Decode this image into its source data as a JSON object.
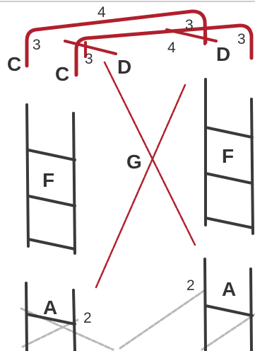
{
  "parts": {
    "top_rail": {
      "label": "C"
    },
    "top_rail_2": {
      "label": "C"
    },
    "guard_d_left": {
      "label": "D"
    },
    "guard_d_right": {
      "label": "D"
    },
    "frame_left": {
      "label": "F"
    },
    "frame_right": {
      "label": "F"
    },
    "brace_g": {
      "label": "G"
    },
    "base_left": {
      "label": "A"
    },
    "base_right": {
      "label": "A"
    }
  },
  "callouts": {
    "rail_top": "4",
    "rail_mid": "4",
    "end_left_outer": "3",
    "end_left_inner": "3",
    "end_right_top": "3",
    "end_right_outer": "3",
    "base_left": "2",
    "base_right": "2"
  },
  "colors": {
    "frame": "#3a3a3a",
    "rail": "#b0202c",
    "brace_lower": "#b8b8b8",
    "label": "#333333"
  }
}
